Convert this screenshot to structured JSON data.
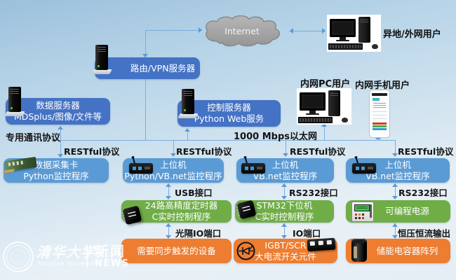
{
  "colors": {
    "box_dark_blue": "#4472C4",
    "box_light_blue": "#5B9BD5",
    "box_green": "#70AD47",
    "box_orange": "#ED7D31",
    "connector_line": "#5B9BD5",
    "cloud_fill": "#A6A6A6"
  },
  "cloud": {
    "label": "Internet"
  },
  "users": {
    "external": {
      "label": "异地/外网用户"
    },
    "intranet_pc": {
      "label": "内网PC用户"
    },
    "intranet_phone": {
      "label": "内网手机用户"
    }
  },
  "nodes": {
    "router": {
      "line1": "路由/VPN服务器"
    },
    "data_server": {
      "line1": "数据服务器",
      "line2": "MDSplus/图像/文件等"
    },
    "control_server": {
      "line1": "控制服务器",
      "line2": "Python Web服务"
    },
    "daq_card": {
      "line1": "数据采集卡",
      "line2": "Python监控程序"
    },
    "host_pc_1": {
      "line1": "上位机",
      "line2": "Python/VB.net监控程序"
    },
    "host_pc_2": {
      "line1": "上位机",
      "line2": "VB.net监控程序"
    },
    "host_pc_3": {
      "line1": "上位机",
      "line2": "VB.net监控程序"
    },
    "timer": {
      "line1": "24路高精度定时器",
      "line2": "C实时控制程序"
    },
    "stm32": {
      "line1": "STM32下位机",
      "line2": "C实时控制程序"
    },
    "power_supply": {
      "line1": "可编程电源"
    },
    "trigger_devices": {
      "line1": "需要同步触发的设备"
    },
    "igbt_scr": {
      "line1": "IGBT/SCR",
      "line2": "大电流开关元件"
    },
    "capacitor_array": {
      "line1": "储能电容器阵列"
    }
  },
  "edge_labels": {
    "dedicated_protocol": "专用通讯协议",
    "ethernet": "1000 Mbps以太网",
    "restful": "RESTful协议",
    "usb": "USB接口",
    "rs232": "RS232接口",
    "opto_io": "光隔IO端口",
    "io": "IO端口",
    "cv_cc_output": "恒压恒流输出"
  },
  "watermark": {
    "cn": "清华大学",
    "en": "Tsinghua University",
    "news_cn": "新闻",
    "news_en": "NEWS"
  }
}
